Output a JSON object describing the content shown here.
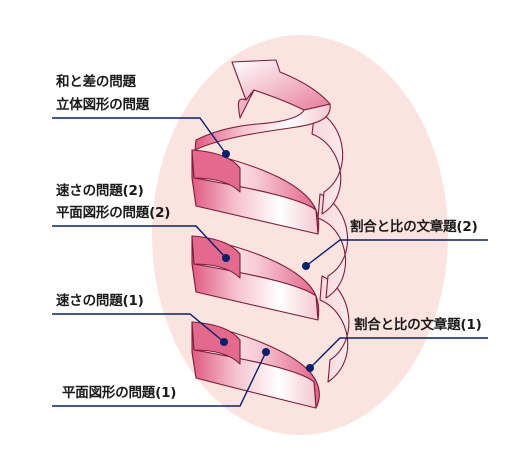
{
  "diagram": {
    "labels": [
      {
        "id": "wa-to-sa",
        "text": "和と差の問題"
      },
      {
        "id": "rittai",
        "text": "立体図形の問題"
      },
      {
        "id": "hayasa-2",
        "text": "速さの問題(2)"
      },
      {
        "id": "heimen-2",
        "text": "平面図形の問題(2)"
      },
      {
        "id": "wariai-2",
        "text": "割合と比の文章題(2)"
      },
      {
        "id": "hayasa-1",
        "text": "速さの問題(1)"
      },
      {
        "id": "wariai-1",
        "text": "割合と比の文章題(1)"
      },
      {
        "id": "heimen-1",
        "text": "平面図形の問題(1)"
      }
    ],
    "colors": {
      "background_oval": "#fbe3df",
      "ribbon_front_light": "#ffffff",
      "ribbon_front_pink": "#e46a8e",
      "ribbon_back": "#f3c6cf",
      "outline": "#7a1f3a",
      "dot": "#0b1f6b",
      "leader_line": "#0b1f6b"
    }
  }
}
